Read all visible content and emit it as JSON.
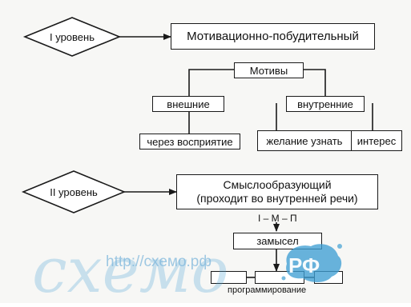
{
  "level1": {
    "label": "I уровень",
    "title": "Мотивационно-побудительный",
    "motives": "Мотивы",
    "external": "внешние",
    "internal": "внутренние",
    "via_perception": "через восприятие",
    "wish_to_know": "желание узнать",
    "interest": "интерес"
  },
  "level2": {
    "label": "II уровень",
    "title_line1": "Смыслообразующий",
    "title_line2": "(проходит во внутренней речи)",
    "formula": "I – М – П",
    "intent": "замысел",
    "programming": "программирование"
  },
  "watermark": {
    "url": "http://схемо.рф",
    "logo": "схемо",
    "badge": "РФ"
  }
}
